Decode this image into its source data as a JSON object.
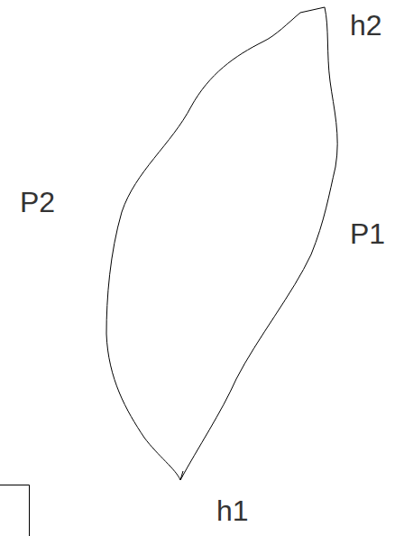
{
  "diagram": {
    "labels": [
      "h2",
      "P2",
      "P1",
      "h1"
    ]
  }
}
